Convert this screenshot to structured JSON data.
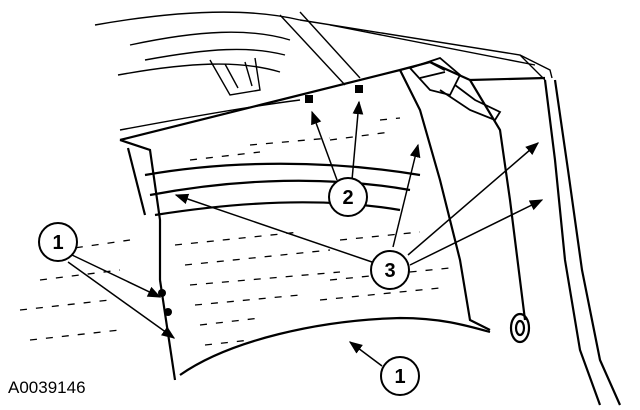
{
  "figure": {
    "id": "A0039146"
  },
  "callouts": {
    "c1a": "1",
    "c1b": "1",
    "c2": "2",
    "c3": "3"
  },
  "colors": {
    "ink": "#000000",
    "paper": "#ffffff"
  }
}
